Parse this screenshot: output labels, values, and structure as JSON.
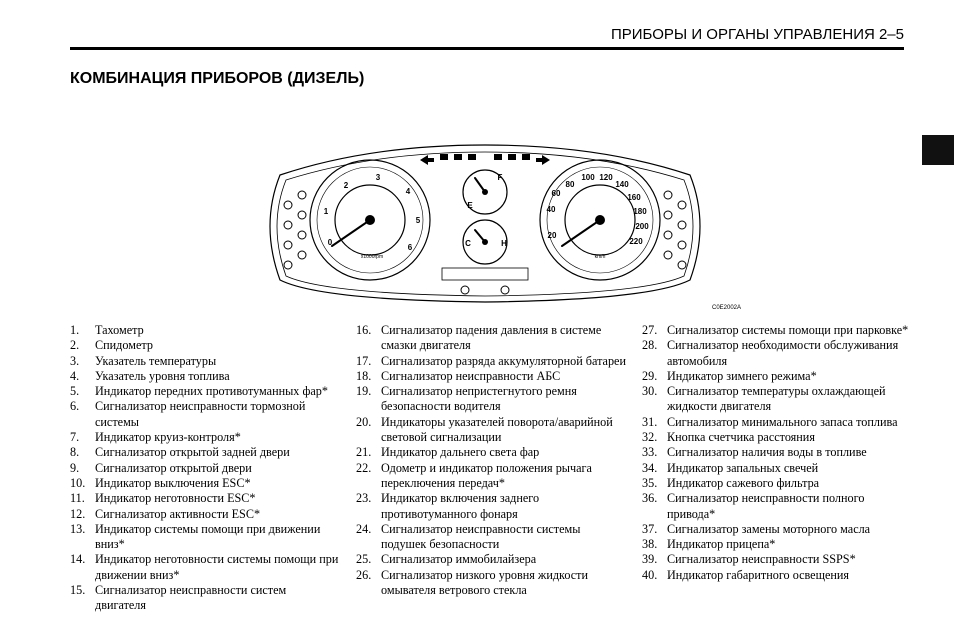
{
  "header": {
    "text": "ПРИБОРЫ И ОРГАНЫ УПРАВЛЕНИЯ   2–5"
  },
  "title": "КОМБИНАЦИЯ ПРИБОРОВ (ДИЗЕЛЬ)",
  "figure": {
    "code": "C0E2002A",
    "tach_unit": "x1000rpm",
    "speed_unit": "km/h",
    "tach_ticks": [
      "1",
      "2",
      "3",
      "4",
      "5",
      "6"
    ],
    "speed_ticks": [
      "20",
      "40",
      "60",
      "80",
      "100",
      "120",
      "140",
      "160",
      "180",
      "200",
      "220"
    ],
    "fuel_labels": [
      "E",
      "F"
    ],
    "temp_labels": [
      "C",
      "H"
    ],
    "tach_zero": "0"
  },
  "columns": [
    [
      {
        "n": "1.",
        "t": "Тахометр"
      },
      {
        "n": "2.",
        "t": "Спидометр"
      },
      {
        "n": "3.",
        "t": "Указатель температуры"
      },
      {
        "n": "4.",
        "t": "Указатель уровня топлива"
      },
      {
        "n": "5.",
        "t": "Индикатор передних противотуманных фар*"
      },
      {
        "n": "6.",
        "t": "Сигнализатор неисправности тормозной системы"
      },
      {
        "n": "7.",
        "t": "Индикатор круиз-контроля*"
      },
      {
        "n": "8.",
        "t": "Сигнализатор открытой задней двери"
      },
      {
        "n": "9.",
        "t": "Сигнализатор открытой двери"
      },
      {
        "n": "10.",
        "t": "Индикатор выключения ESC*"
      },
      {
        "n": "11.",
        "t": "Индикатор неготовности ESC*"
      },
      {
        "n": "12.",
        "t": "Сигнализатор активности ESC*"
      },
      {
        "n": "13.",
        "t": "Индикатор системы помощи при движении вниз*"
      },
      {
        "n": "14.",
        "t": "Индикатор неготовности системы помощи при движении вниз*"
      },
      {
        "n": "15.",
        "t": "Сигнализатор неисправности систем двигателя"
      }
    ],
    [
      {
        "n": "16.",
        "t": "Сигнализатор падения давления в системе смазки двигателя"
      },
      {
        "n": "17.",
        "t": "Сигнализатор разряда аккумуляторной батареи"
      },
      {
        "n": "18.",
        "t": "Сигнализатор неисправности АБС"
      },
      {
        "n": "19.",
        "t": "Сигнализатор непристегнутого ремня безопасности водителя"
      },
      {
        "n": "20.",
        "t": "Индикаторы указателей поворота/аварийной световой сигнализации"
      },
      {
        "n": "21.",
        "t": "Индикатор дальнего света фар"
      },
      {
        "n": "22.",
        "t": "Одометр и индикатор положения рычага переключения передач*"
      },
      {
        "n": "23.",
        "t": "Индикатор включения заднего противотуманного фонаря"
      },
      {
        "n": "24.",
        "t": "Сигнализатор неисправности системы подушек безопасности"
      },
      {
        "n": "25.",
        "t": "Сигнализатор иммобилайзера"
      },
      {
        "n": "26.",
        "t": "Сигнализатор низкого уровня жидкости омывателя ветрового стекла"
      }
    ],
    [
      {
        "n": "27.",
        "t": "Сигнализатор системы помощи при парковке*"
      },
      {
        "n": "28.",
        "t": "Сигнализатор необходимости обслуживания автомобиля"
      },
      {
        "n": "29.",
        "t": "Индикатор зимнего режима*"
      },
      {
        "n": "30.",
        "t": "Сигнализатор температуры охлаждающей жидкости двигателя"
      },
      {
        "n": "31.",
        "t": "Сигнализатор минимального запаса топлива"
      },
      {
        "n": "32.",
        "t": "Кнопка счетчика расстояния"
      },
      {
        "n": "33.",
        "t": "Сигнализатор наличия воды в топливе"
      },
      {
        "n": "34.",
        "t": "Индикатор запальных свечей"
      },
      {
        "n": "35.",
        "t": "Индикатор сажевого фильтра"
      },
      {
        "n": "36.",
        "t": "Сигнализатор неисправности полного привода*"
      },
      {
        "n": "37.",
        "t": "Сигнализатор замены моторного масла"
      },
      {
        "n": "38.",
        "t": "Индикатор прицепа*"
      },
      {
        "n": "39.",
        "t": "Сигнализатор неисправности SSPS*"
      },
      {
        "n": "40.",
        "t": "Индикатор габаритного освещения"
      }
    ]
  ]
}
